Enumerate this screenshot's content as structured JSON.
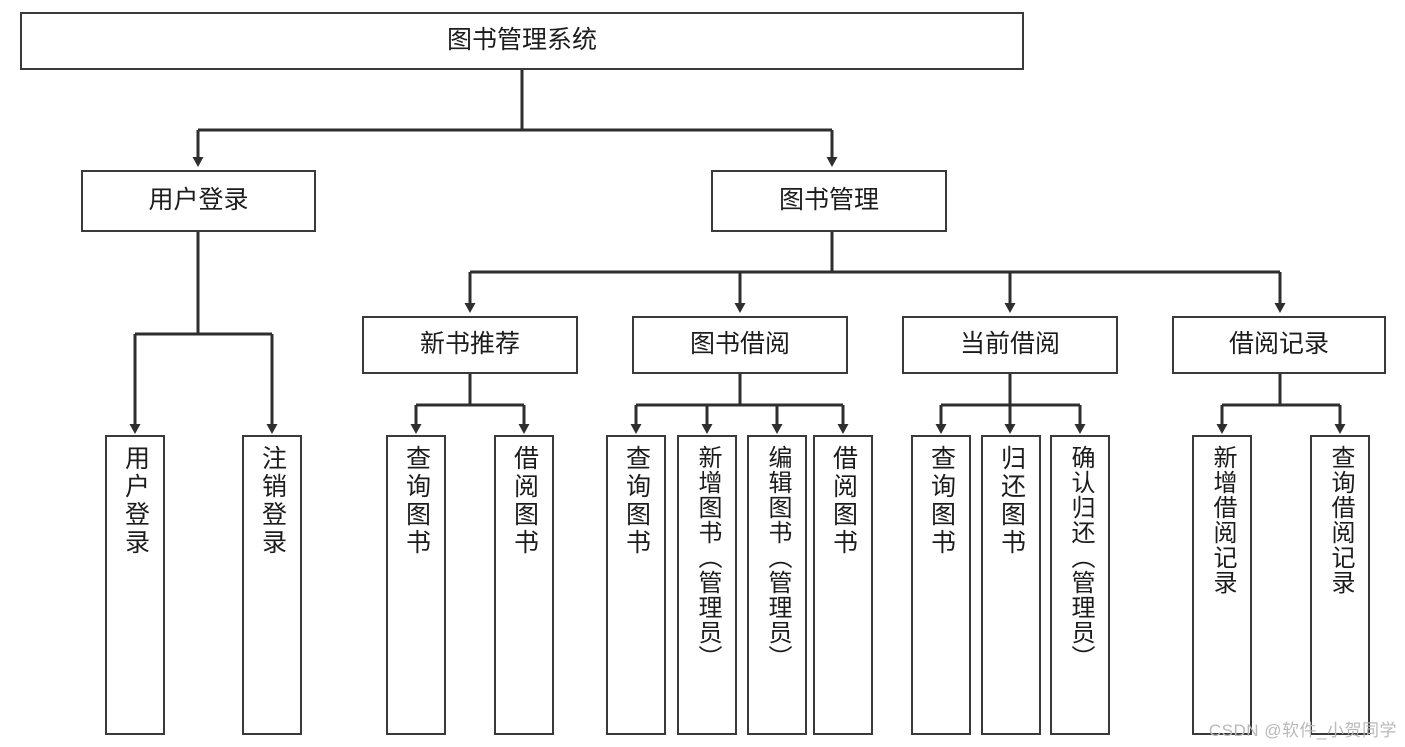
{
  "diagram": {
    "title": "图书管理系统",
    "type": "tree-hierarchy-chart",
    "colors": {
      "box_border": "#3a3a3a",
      "connector": "#2e2e2e",
      "background": "#ffffff",
      "text": "#1c1c1c",
      "watermark": "#b9b9b9"
    },
    "root": {
      "label": "图书管理系统"
    },
    "level2": [
      {
        "label": "用户登录"
      },
      {
        "label": "图书管理"
      }
    ],
    "level3": [
      {
        "label": "新书推荐"
      },
      {
        "label": "图书借阅"
      },
      {
        "label": "当前借阅"
      },
      {
        "label": "借阅记录"
      }
    ],
    "leaves": {
      "user_login": [
        {
          "label": "用户登录"
        },
        {
          "label": "注销登录"
        }
      ],
      "new_book_recommend": [
        {
          "label": "查询图书"
        },
        {
          "label": "借阅图书"
        }
      ],
      "book_borrow": [
        {
          "label": "查询图书"
        },
        {
          "label": "新增图书（管理员）"
        },
        {
          "label": "编辑图书（管理员）"
        },
        {
          "label": "借阅图书"
        }
      ],
      "current_borrow": [
        {
          "label": "查询图书"
        },
        {
          "label": "归还图书"
        },
        {
          "label": "确认归还（管理员）"
        }
      ],
      "borrow_record": [
        {
          "label": "新增借阅记录"
        },
        {
          "label": "查询借阅记录"
        }
      ]
    }
  },
  "watermark": {
    "text": "CSDN @软件_小贺同学"
  }
}
